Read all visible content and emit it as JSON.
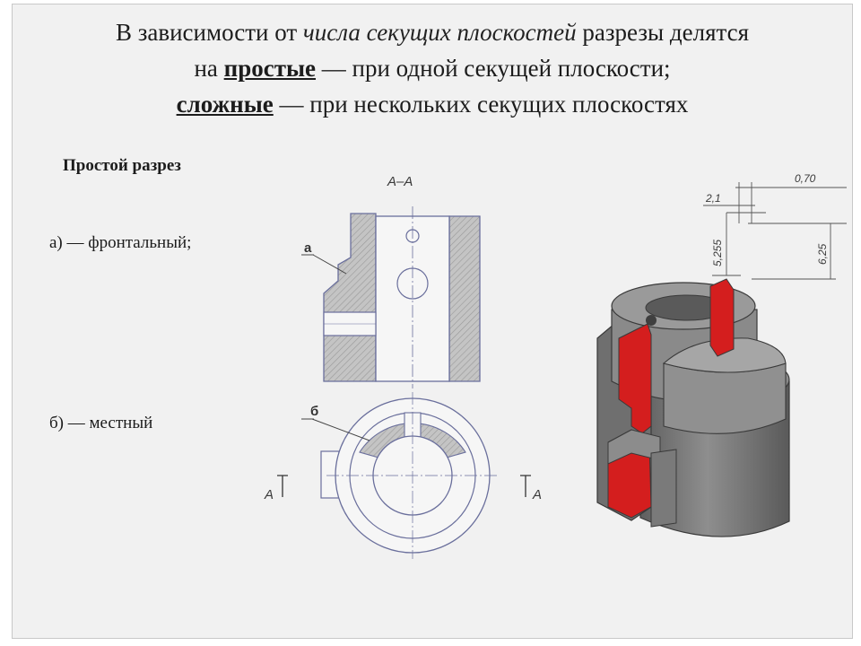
{
  "heading": {
    "line1_pre": "В зависимости от ",
    "line1_italic": "числа секущих плоскостей",
    "line1_post": " разрезы делятся",
    "line2_pre": "на ",
    "line2_bold": "простые",
    "line2_post": " — при одной секущей плоскости;",
    "line3_bold": "сложные",
    "line3_post": " — при нескольких секущих плоскостях"
  },
  "subtitle": "Простой разрез",
  "items": {
    "a": "а) — фронтальный;",
    "b": "б) — местный"
  },
  "drawing": {
    "section_title": "А–А",
    "leader_a": "а",
    "leader_b": "б",
    "cut_mark_left": "А",
    "cut_mark_right": "А"
  },
  "dimensions": {
    "d1": "2,1",
    "d2": "0,70",
    "d3": "5,255",
    "d4": "6,25"
  },
  "colors": {
    "hatch": "#b9b9b9",
    "line": "#6a6f9c",
    "section_red": "#d41e1e",
    "body_gray": "#7d7d7d"
  }
}
